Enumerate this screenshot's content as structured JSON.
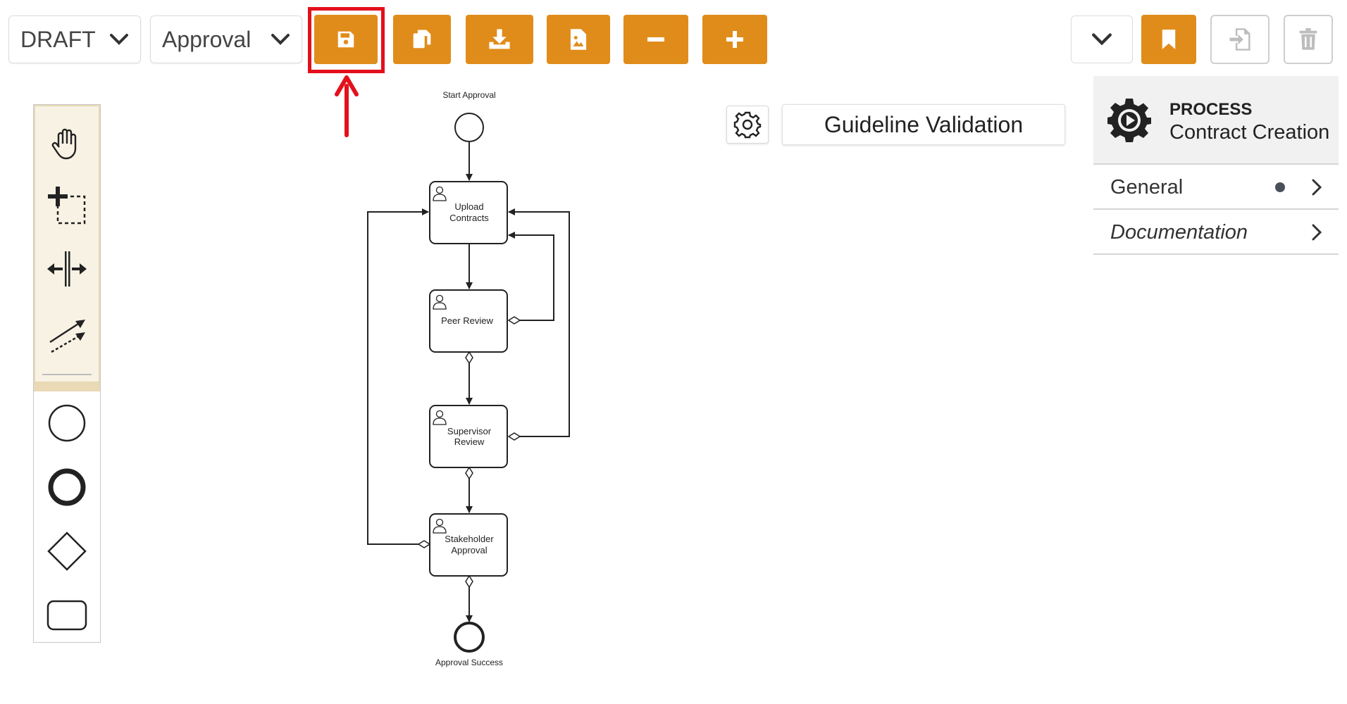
{
  "toolbar": {
    "status_select": "DRAFT",
    "type_select": "Approval",
    "buttons": [
      {
        "name": "save",
        "icon": "save-icon"
      },
      {
        "name": "copy",
        "icon": "copy-icon"
      },
      {
        "name": "download",
        "icon": "download-icon"
      },
      {
        "name": "export-image",
        "icon": "image-file-icon"
      },
      {
        "name": "zoom-out",
        "icon": "minus-icon"
      },
      {
        "name": "zoom-in",
        "icon": "plus-icon"
      }
    ],
    "right_buttons": [
      {
        "name": "more-dropdown",
        "icon": "chevron-down-icon"
      },
      {
        "name": "bookmark",
        "icon": "bookmark-icon"
      },
      {
        "name": "import",
        "icon": "import-icon"
      },
      {
        "name": "delete",
        "icon": "trash-icon"
      }
    ]
  },
  "palette": {
    "tools": [
      "hand-tool-icon",
      "lasso-tool-icon",
      "space-tool-icon",
      "connect-tool-icon"
    ],
    "shapes": [
      "start-event-icon",
      "end-event-icon",
      "gateway-icon",
      "task-icon"
    ]
  },
  "diagram": {
    "start_label": "Start Approval",
    "end_label": "Approval Success",
    "tasks": [
      {
        "line1": "Upload",
        "line2": "Contracts"
      },
      {
        "line1": "Peer Review",
        "line2": ""
      },
      {
        "line1": "Supervisor",
        "line2": "Review"
      },
      {
        "line1": "Stakeholder",
        "line2": "Approval"
      }
    ]
  },
  "validation": {
    "label": "Guideline Validation"
  },
  "properties_panel": {
    "kind": "PROCESS",
    "name": "Contract Creation",
    "rows": [
      {
        "label": "General",
        "has_dot": true
      },
      {
        "label": "Documentation",
        "has_dot": false
      }
    ]
  },
  "colors": {
    "accent": "#e08c1a",
    "highlight": "#e3101b",
    "palette_bg": "#f8f2e4"
  }
}
